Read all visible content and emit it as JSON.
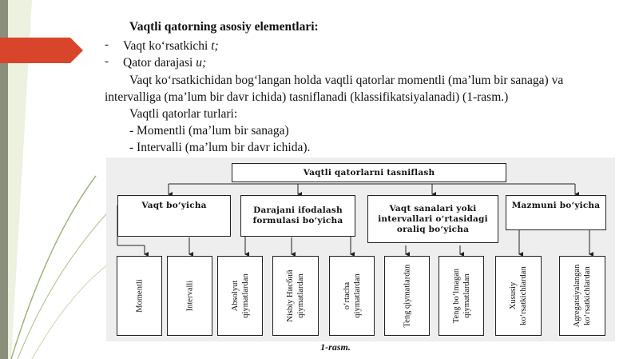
{
  "text": {
    "heading": "Vaqtli qatorning asosiy elementlari:",
    "dash": "-",
    "item1_prefix": "Vaqt ko‘rsatkichi ",
    "item1_var": "t;",
    "item2_prefix": "Qator darajasi ",
    "item2_var": "u;",
    "para1": "Vaqt ko‘rsatkichidan bog‘langan holda vaqtli qatorlar momentli (ma’lum bir sanaga) va",
    "para2": "intervalliga (ma’lum bir davr ichida) tasniflanadi (klassifikatsiyalanadi) (1-rasm.)",
    "types_title": "Vaqtli qatorlar turlari:",
    "type1": "- Momentli (ma’lum bir sanaga)",
    "type2": "- Intervalli (ma’lum bir davr ichida)."
  },
  "diagram": {
    "root": "Vaqtli qatorlarni tasniflash",
    "categories": [
      {
        "label": "Vaqt bo‘yicha"
      },
      {
        "label": "Darajani ifodalash formulasi bo‘yicha"
      },
      {
        "label": "Vaqt sanalari yoki intervallari o‘rtasidagi oraliq bo‘yicha"
      },
      {
        "label": "Mazmuni bo‘yicha"
      }
    ],
    "leaves": [
      "Momentli",
      "Intervalli",
      "Absolyut qiymatlardan",
      "Nisbiy Hисбий qiymatlardan",
      "o‘rtacha qiymatlardan",
      "Teng qiymatlardan",
      "Teng bo‘lmagan qiymatlardan",
      "Xususiy ko‘rsatkichlardan",
      "Agregatsiyalangan ko‘rsatkichlardan"
    ]
  },
  "caption": "1-rasm."
}
